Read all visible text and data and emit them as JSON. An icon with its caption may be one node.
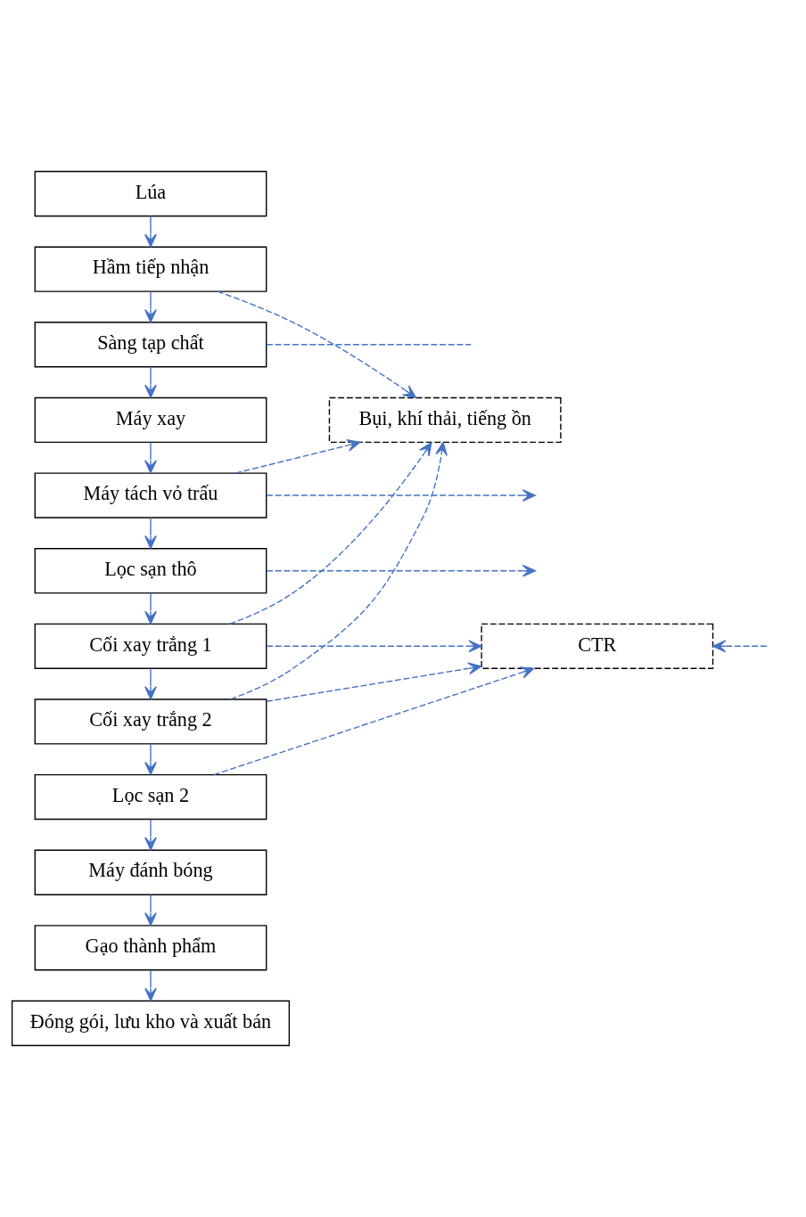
{
  "diagram": {
    "nodes": [
      {
        "text": [
          "Lúa"
        ]
      },
      {
        "text": [
          "Hầm tiếp nhận"
        ]
      },
      {
        "text": [
          "Sàng tạp chất"
        ]
      },
      {
        "text": [
          "Máy xay"
        ]
      },
      {
        "text": [
          "Máy tách vỏ trấu"
        ]
      },
      {
        "text": [
          "Lọc sạn thô"
        ]
      },
      {
        "text": [
          "Cối xay trắng 1"
        ]
      },
      {
        "text": [
          "Cối xay trắng 2"
        ]
      },
      {
        "text": [
          "Lọc sạn 2"
        ]
      },
      {
        "text": [
          "Máy đánh bóng"
        ]
      },
      {
        "text": [
          "Gạo thành phẩm"
        ]
      },
      {
        "text": [
          "Đóng gói, lưu kho và xuất bán"
        ]
      },
      {
        "text": [
          "Bụi, khí thải, tiếng ồn"
        ]
      },
      {
        "text": [
          "CTR"
        ]
      }
    ],
    "edges": [
      {
        "from": 0,
        "to": 1,
        "arrow": "to"
      },
      {
        "from": 1,
        "to": 2,
        "arrow": "to"
      },
      {
        "from": 2,
        "to": 3,
        "arrow": "to"
      },
      {
        "from": 3,
        "to": 4,
        "arrow": "to"
      },
      {
        "from": 4,
        "to": 5,
        "arrow": "to"
      },
      {
        "from": 5,
        "to": 6,
        "arrow": "to"
      },
      {
        "from": 6,
        "to": 7,
        "arrow": "to"
      },
      {
        "from": 7,
        "to": 8,
        "arrow": "to"
      },
      {
        "from": 8,
        "to": 9,
        "arrow": "to"
      },
      {
        "from": 9,
        "to": 10,
        "arrow": "to"
      },
      {
        "from": 10,
        "to": 11,
        "arrow": "to"
      },
      {
        "from": 1,
        "to": 12,
        "arrow": "to",
        "style": "dashed"
      },
      {
        "from": 2,
        "to": null,
        "arrow": "none",
        "style": "dashed"
      },
      {
        "from": 4,
        "to": 12,
        "arrow": "to",
        "style": "dashed"
      },
      {
        "from": 4,
        "to": null,
        "arrow": "to",
        "style": "dashed"
      },
      {
        "from": 5,
        "to": null,
        "arrow": "to",
        "style": "dashed"
      },
      {
        "from": 6,
        "to": 12,
        "arrow": "to",
        "style": "dashed"
      },
      {
        "from": 7,
        "to": 12,
        "arrow": "to",
        "style": "dashed"
      },
      {
        "from": 6,
        "to": 13,
        "arrow": "to",
        "style": "dashed"
      },
      {
        "from": null,
        "to": 13,
        "arrow": "to",
        "style": "dashed"
      },
      {
        "from": 7,
        "to": 13,
        "arrow": "to",
        "style": "dashed"
      },
      {
        "from": 8,
        "to": 13,
        "arrow": "to",
        "style": "dashed"
      }
    ]
  }
}
